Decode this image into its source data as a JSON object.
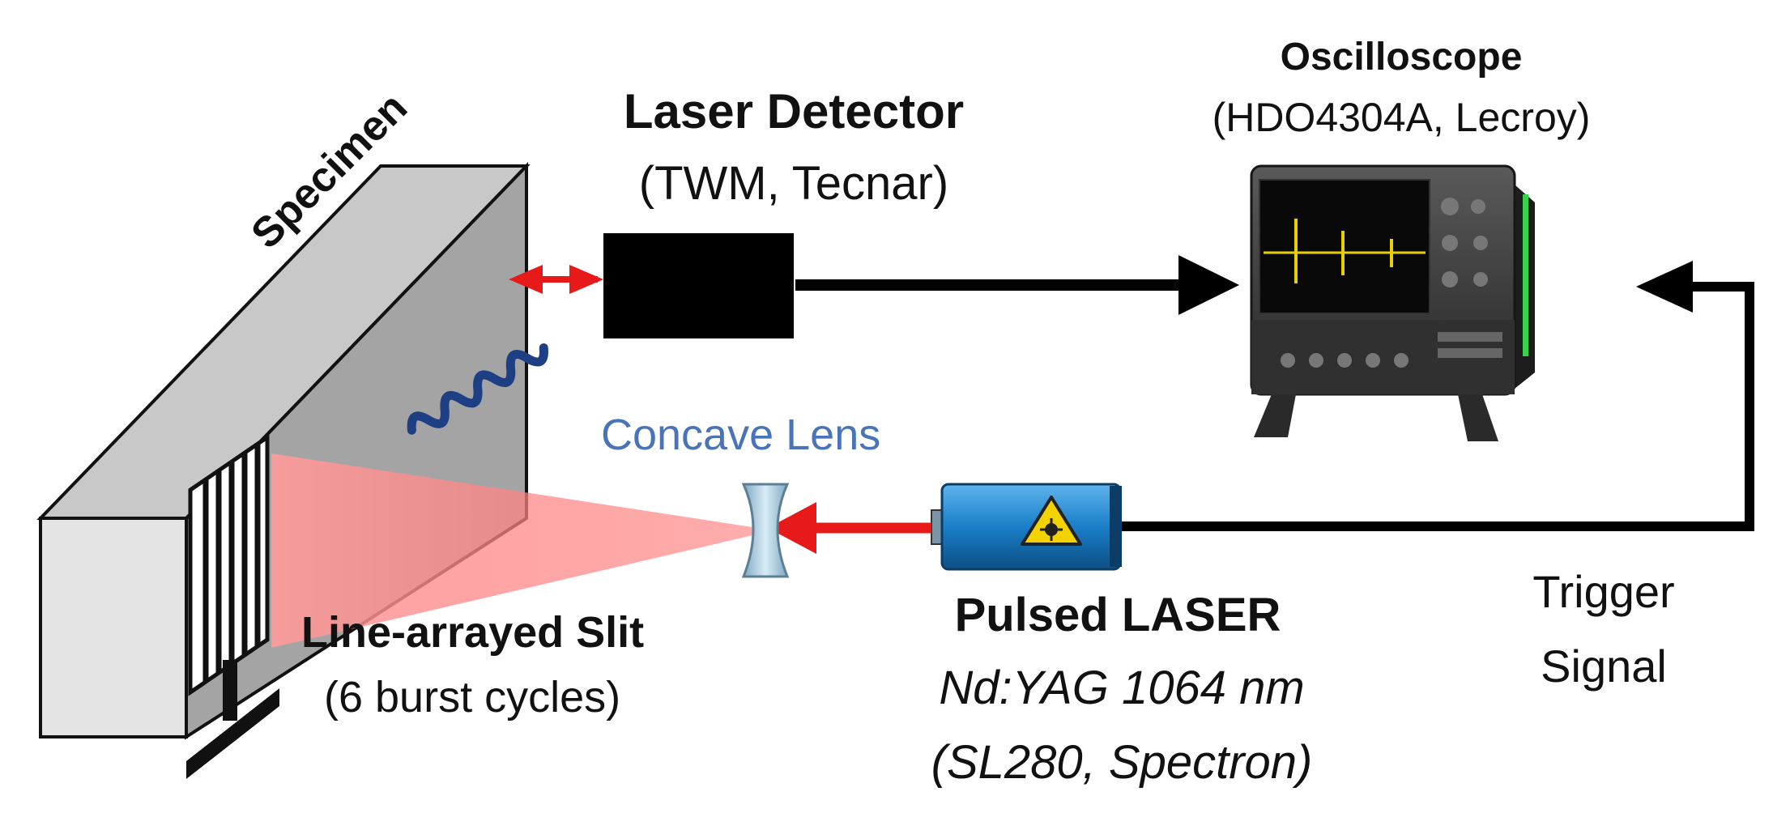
{
  "specimen": {
    "label": "Specimen"
  },
  "laser_detector": {
    "title": "Laser Detector",
    "model": "(TWM, Tecnar)"
  },
  "oscilloscope": {
    "title": "Oscilloscope",
    "model": "(HDO4304A, Lecroy)"
  },
  "concave_lens": {
    "label": "Concave Lens"
  },
  "slit": {
    "title": "Line-arrayed Slit",
    "detail": "(6 burst cycles)"
  },
  "pulsed_laser": {
    "title": "Pulsed LASER",
    "type": "Nd:YAG 1064 nm",
    "model": "(SL280, Spectron)"
  },
  "trigger": {
    "line1": "Trigger",
    "line2": "Signal"
  },
  "colors": {
    "beam": "#e81919",
    "laser_body": "#1a7fc8",
    "lens": "#a9c7d8",
    "lens_label": "#4a74b8",
    "ultrasound_wave": "#1f3f85",
    "specimen_front": "#e4e4e4",
    "specimen_side": "#a4a4a4",
    "scope_trace": "#e8d000"
  }
}
